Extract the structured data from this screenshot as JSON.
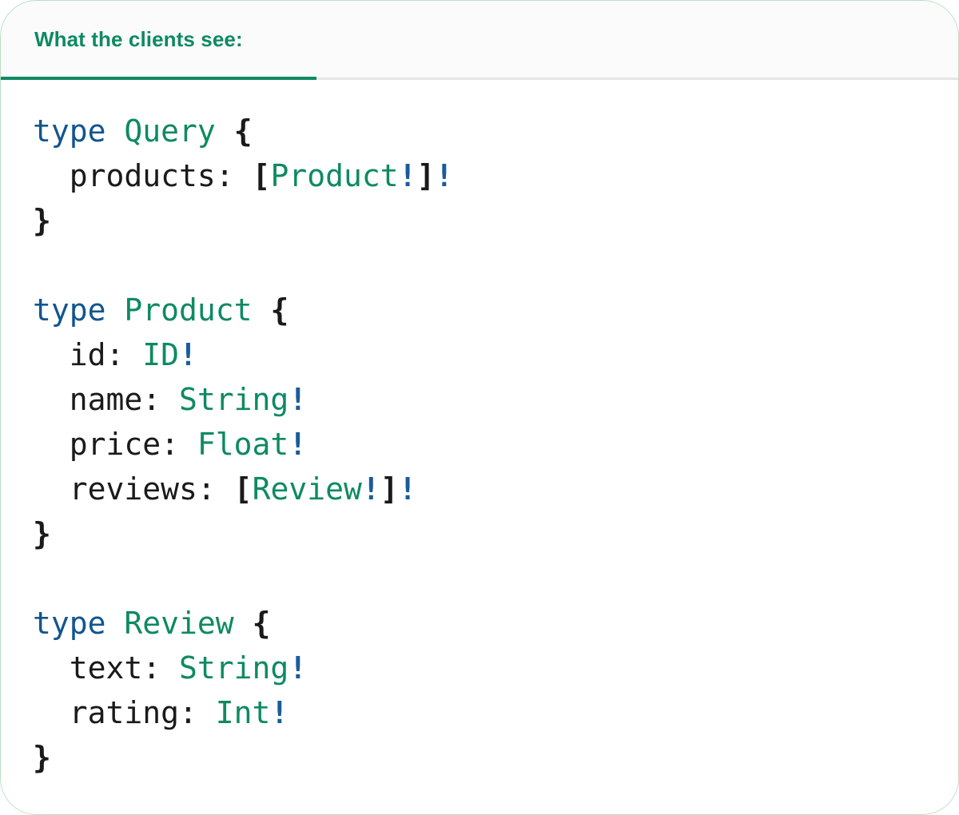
{
  "theme": {
    "accent_green": "#0e8a62",
    "keyword_blue": "#12558f",
    "bang_blue": "#1a5c99",
    "punctuation": "#1a1a1a",
    "card_border": "#b9deca",
    "header_background": "#fbfbfb",
    "divider": "#e6e6e6",
    "body_background": "#ffffff"
  },
  "header": {
    "tabs": [
      {
        "label": "What the clients see:",
        "active": true
      }
    ]
  },
  "code": {
    "language": "graphql",
    "lines": [
      [
        {
          "t": "type",
          "c": "kw"
        },
        {
          "t": " ",
          "c": "plain"
        },
        {
          "t": "Query",
          "c": "type"
        },
        {
          "t": " ",
          "c": "plain"
        },
        {
          "t": "{",
          "c": "punct"
        }
      ],
      [
        {
          "t": "  products: ",
          "c": "field"
        },
        {
          "t": "[",
          "c": "punct"
        },
        {
          "t": "Product",
          "c": "type"
        },
        {
          "t": "!",
          "c": "bang"
        },
        {
          "t": "]",
          "c": "punct"
        },
        {
          "t": "!",
          "c": "bang"
        }
      ],
      [
        {
          "t": "}",
          "c": "punct"
        }
      ],
      [],
      [
        {
          "t": "type",
          "c": "kw"
        },
        {
          "t": " ",
          "c": "plain"
        },
        {
          "t": "Product",
          "c": "type"
        },
        {
          "t": " ",
          "c": "plain"
        },
        {
          "t": "{",
          "c": "punct"
        }
      ],
      [
        {
          "t": "  id: ",
          "c": "field"
        },
        {
          "t": "ID",
          "c": "type"
        },
        {
          "t": "!",
          "c": "bang"
        }
      ],
      [
        {
          "t": "  name: ",
          "c": "field"
        },
        {
          "t": "String",
          "c": "type"
        },
        {
          "t": "!",
          "c": "bang"
        }
      ],
      [
        {
          "t": "  price: ",
          "c": "field"
        },
        {
          "t": "Float",
          "c": "type"
        },
        {
          "t": "!",
          "c": "bang"
        }
      ],
      [
        {
          "t": "  reviews: ",
          "c": "field"
        },
        {
          "t": "[",
          "c": "punct"
        },
        {
          "t": "Review",
          "c": "type"
        },
        {
          "t": "!",
          "c": "bang"
        },
        {
          "t": "]",
          "c": "punct"
        },
        {
          "t": "!",
          "c": "bang"
        }
      ],
      [
        {
          "t": "}",
          "c": "punct"
        }
      ],
      [],
      [
        {
          "t": "type",
          "c": "kw"
        },
        {
          "t": " ",
          "c": "plain"
        },
        {
          "t": "Review",
          "c": "type"
        },
        {
          "t": " ",
          "c": "plain"
        },
        {
          "t": "{",
          "c": "punct"
        }
      ],
      [
        {
          "t": "  text: ",
          "c": "field"
        },
        {
          "t": "String",
          "c": "type"
        },
        {
          "t": "!",
          "c": "bang"
        }
      ],
      [
        {
          "t": "  rating: ",
          "c": "field"
        },
        {
          "t": "Int",
          "c": "type"
        },
        {
          "t": "!",
          "c": "bang"
        }
      ],
      [
        {
          "t": "}",
          "c": "punct"
        }
      ]
    ]
  }
}
